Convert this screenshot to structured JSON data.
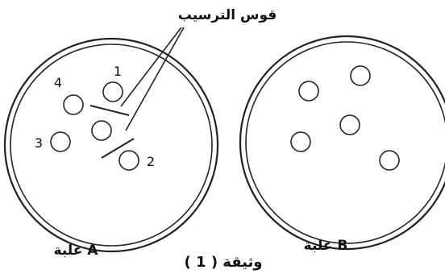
{
  "labels": {
    "sedimentation_arc": "قوس الترسيب",
    "dish_a": "علبة A",
    "dish_b": "علبة B",
    "caption": "وثيقة ( 1 )"
  },
  "dish_a": {
    "colonies": [
      {
        "number": "1"
      },
      {
        "number": "4"
      },
      {
        "number": "3"
      },
      {
        "number": "2"
      },
      {
        "number": ""
      }
    ]
  },
  "dish_b": {
    "colony_count": 5
  },
  "colors": {
    "stroke": "#222222",
    "background": "#ffffff"
  }
}
